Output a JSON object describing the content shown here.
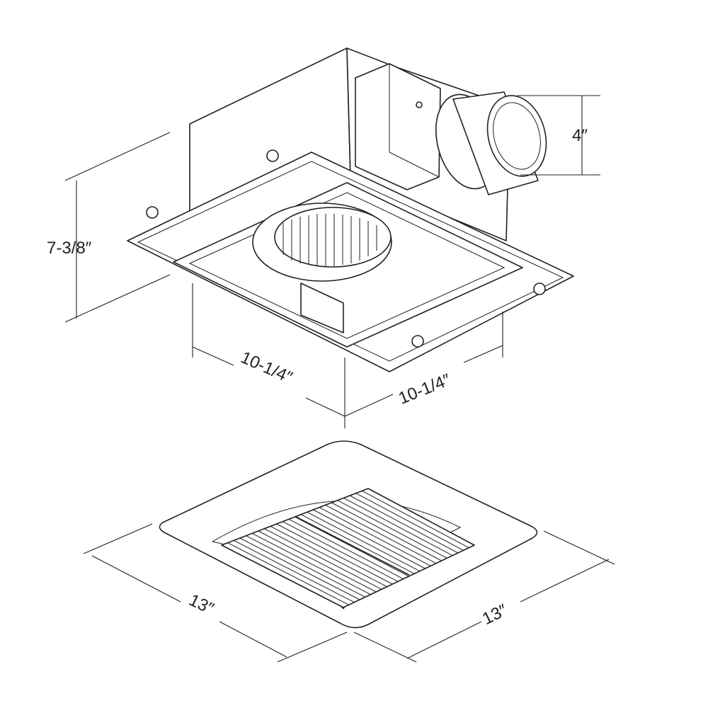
{
  "dimensions": {
    "duct_diameter": "4″",
    "housing_height": "7-3/8″",
    "housing_width_left": "10-1/4″",
    "housing_width_right": "10-1/4″",
    "grille_width_left": "13″",
    "grille_width_right": "13″"
  },
  "colors": {
    "line": "#231f20",
    "background": "#ffffff"
  }
}
